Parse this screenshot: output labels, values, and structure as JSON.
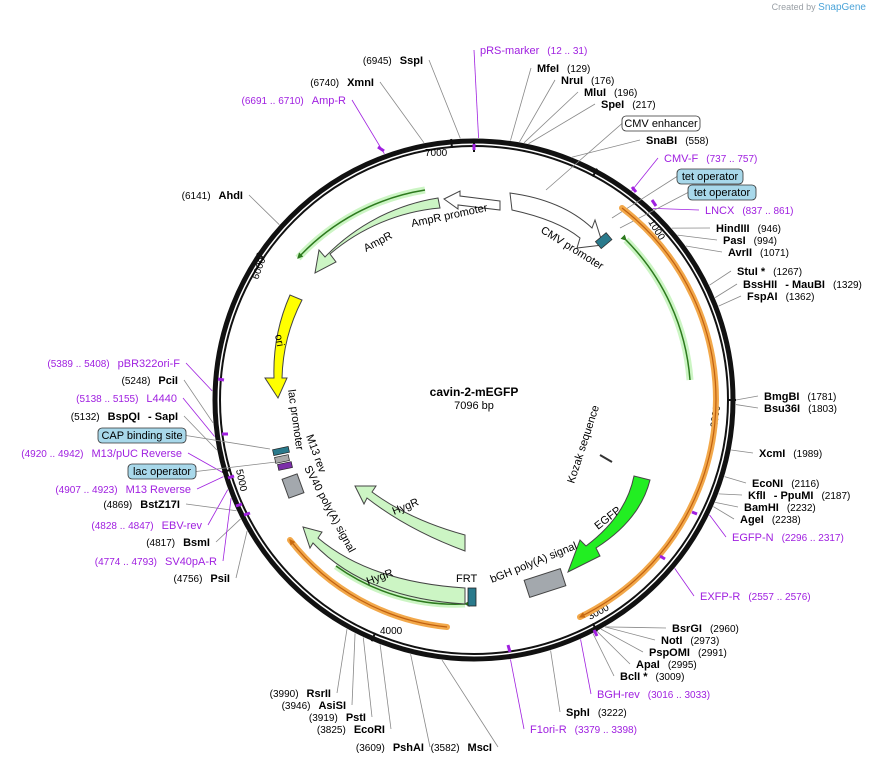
{
  "watermark": {
    "prefix": "Created by",
    "brand": "SnapGene"
  },
  "plasmid": {
    "name": "cavin-2-mEGFP",
    "length": "7096 bp"
  },
  "ticks": [
    "1000",
    "2000",
    "3000",
    "4000",
    "5000",
    "6000",
    "7000"
  ],
  "enzymes": [
    {
      "name": "SspI",
      "pos": "(6945)",
      "label_first": true
    },
    {
      "name": "XmnI",
      "pos": "(6740)",
      "label_first": true
    },
    {
      "name": "AhdI",
      "pos": "(6141)",
      "label_first": true
    },
    {
      "name": "PciI",
      "pos": "(5248)",
      "label_first": true
    },
    {
      "name": "BspQI",
      "pos": "(5132)",
      "label_first": true,
      "alias": "SapI"
    },
    {
      "name": "BstZ17I",
      "pos": "(4869)",
      "label_first": true
    },
    {
      "name": "BsmI",
      "pos": "(4817)",
      "label_first": true
    },
    {
      "name": "PsiI",
      "pos": "(4756)",
      "label_first": true
    },
    {
      "name": "RsrII",
      "pos": "(3990)",
      "label_first": true
    },
    {
      "name": "AsiSI",
      "pos": "(3946)",
      "label_first": true
    },
    {
      "name": "PstI",
      "pos": "(3919)",
      "label_first": true
    },
    {
      "name": "EcoRI",
      "pos": "(3825)",
      "label_first": true
    },
    {
      "name": "PshAI",
      "pos": "(3609)",
      "label_first": true
    },
    {
      "name": "MscI",
      "pos": "(3582)",
      "label_first": true
    },
    {
      "name": "MfeI",
      "pos": "(129)"
    },
    {
      "name": "NruI",
      "pos": "(176)"
    },
    {
      "name": "MluI",
      "pos": "(196)"
    },
    {
      "name": "SpeI",
      "pos": "(217)"
    },
    {
      "name": "SnaBI",
      "pos": "(558)"
    },
    {
      "name": "HindIII",
      "pos": "(946)"
    },
    {
      "name": "PasI",
      "pos": "(994)"
    },
    {
      "name": "AvrII",
      "pos": "(1071)"
    },
    {
      "name": "StuI *",
      "pos": "(1267)"
    },
    {
      "name": "BssHII",
      "pos": "(1329)",
      "alias": "MauBI"
    },
    {
      "name": "FspAI",
      "pos": "(1362)"
    },
    {
      "name": "BmgBI",
      "pos": "(1781)"
    },
    {
      "name": "Bsu36I",
      "pos": "(1803)"
    },
    {
      "name": "XcmI",
      "pos": "(1989)"
    },
    {
      "name": "EcoNI",
      "pos": "(2116)"
    },
    {
      "name": "KflI",
      "pos": "(2187)",
      "alias": "PpuMI"
    },
    {
      "name": "BamHI",
      "pos": "(2232)"
    },
    {
      "name": "AgeI",
      "pos": "(2238)"
    },
    {
      "name": "BsrGI",
      "pos": "(2960)"
    },
    {
      "name": "NotI",
      "pos": "(2973)"
    },
    {
      "name": "PspOMI",
      "pos": "(2991)"
    },
    {
      "name": "ApaI",
      "pos": "(2995)"
    },
    {
      "name": "BclI *",
      "pos": "(3009)"
    },
    {
      "name": "SphI",
      "pos": "(3222)"
    }
  ],
  "primers": [
    {
      "name": "pRS-marker",
      "pos": "(12 .. 31)"
    },
    {
      "name": "Amp-R",
      "pos": "(6691 .. 6710)",
      "label_first": true
    },
    {
      "name": "CMV-F",
      "pos": "(737 .. 757)"
    },
    {
      "name": "LNCX",
      "pos": "(837 .. 861)"
    },
    {
      "name": "pBR322ori-F",
      "pos": "(5389 .. 5408)",
      "label_first": true
    },
    {
      "name": "L4440",
      "pos": "(5138 .. 5155)",
      "label_first": true
    },
    {
      "name": "M13/pUC Reverse",
      "pos": "(4920 .. 4942)",
      "label_first": true
    },
    {
      "name": "M13 Reverse",
      "pos": "(4907 .. 4923)",
      "label_first": true
    },
    {
      "name": "EBV-rev",
      "pos": "(4828 .. 4847)",
      "label_first": true
    },
    {
      "name": "SV40pA-R",
      "pos": "(4774 .. 4793)",
      "label_first": true
    },
    {
      "name": "EGFP-N",
      "pos": "(2296 .. 2317)"
    },
    {
      "name": "EXFP-R",
      "pos": "(2557 .. 2576)"
    },
    {
      "name": "BGH-rev",
      "pos": "(3016 .. 3033)"
    },
    {
      "name": "F1ori-R",
      "pos": "(3379 .. 3398)"
    }
  ],
  "boxed_features": [
    {
      "name": "CMV enhancer",
      "style": "white"
    },
    {
      "name": "tet operator",
      "style": "blue"
    },
    {
      "name": "tet operator",
      "style": "blue"
    },
    {
      "name": "CAP binding site",
      "style": "blue"
    },
    {
      "name": "lac operator",
      "style": "blue"
    }
  ],
  "features": {
    "cmv_promoter": "CMV promoter",
    "ampr_promoter": "AmpR promoter",
    "ampr": "AmpR",
    "ori": "ori",
    "lac_promoter": "lac promoter",
    "m13_rev": "M13 rev",
    "sv40": "SV40 poly(A) signal",
    "hygr1": "HygR",
    "hygr2": "HygR",
    "frt": "FRT",
    "bgh": "bGH poly(A) signal",
    "egfp": "EGFP",
    "kozak": "Kozak sequence"
  },
  "colors": {
    "enzyme": "#000000",
    "primer": "#a020e0",
    "promoter": "#ffffff",
    "marker": "#ccf5c4",
    "ori": "#ffff00",
    "egfp": "#22ee22",
    "polya": "#a3a8ad",
    "protein_arc": "#f2a84a",
    "operator": "#a8d8ea",
    "frt": "#2a7a8c"
  }
}
